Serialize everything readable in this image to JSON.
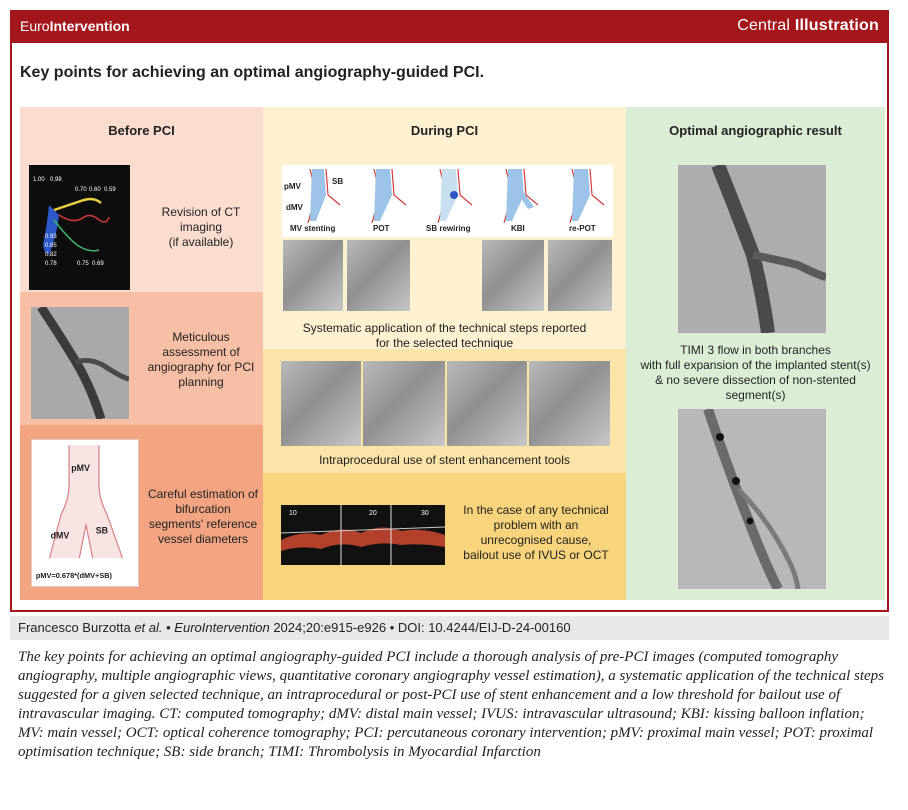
{
  "header": {
    "brand_prefix": "Euro",
    "brand_bold": "Intervention",
    "illustration_prefix": "Central ",
    "illustration_bold": "Illustration"
  },
  "key_title": "Key points for achieving an optimal angiography-guided PCI.",
  "before": {
    "title": "Before PCI",
    "ct_text_1": "Revision of CT",
    "ct_text_2": "imaging",
    "ct_text_3": "(if available)",
    "ct_values": [
      "1.00",
      "0.98",
      "0.70",
      "0.60",
      "0.59",
      "0.93",
      "0.85",
      "0.82",
      "0.78",
      "0.75",
      "0.69"
    ],
    "angio_text_1": "Meticulous",
    "angio_text_2": "assessment of",
    "angio_text_3": "angiography for PCI",
    "angio_text_4": "planning",
    "diam_text_1": "Careful estimation of",
    "diam_text_2": "bifurcation",
    "diam_text_3": "segments' reference",
    "diam_text_4": "vessel diameters",
    "diagram_pmv": "pMV",
    "diagram_dmv": "dMV",
    "diagram_sb": "SB",
    "diagram_formula": "pMV=0.678*(dMV+SB)"
  },
  "during": {
    "title": "During PCI",
    "step_labels": [
      "MV stenting",
      "POT",
      "SB rewiring",
      "KBI",
      "re-POT"
    ],
    "vessel_pmv": "pMV",
    "vessel_dmv": "dMV",
    "vessel_sb": "SB",
    "steps_text_1": "Systematic application of the technical steps reported",
    "steps_text_2": "for the selected technique",
    "enh_text": "Intraprocedural use of stent enhancement tools",
    "ivus_marks": [
      "10",
      "20",
      "30"
    ],
    "ivus_text_1": "In the case of any technical",
    "ivus_text_2": "problem with an",
    "ivus_text_3": "unrecognised cause,",
    "ivus_text_4": "bailout use of IVUS or OCT"
  },
  "result": {
    "title": "Optimal angiographic result",
    "text_1": "TIMI 3 flow in both branches",
    "text_2": "with full expansion of the implanted stent(s)",
    "text_3": "& no severe dissection of non-stented",
    "text_4": "segment(s)"
  },
  "footer": {
    "authors": "Francesco Burzotta ",
    "etal": "et al.",
    "sep1": " • ",
    "journal": "EuroIntervention",
    "ref": " 2024;20:e915-e926 • DOI: 10.4244/EIJ-D-24-00160"
  },
  "caption": "The key points for achieving an optimal angiography-guided PCI include a thorough analysis of pre-PCI images (computed tomography angiography, multiple angiographic views, quantitative coronary angiography vessel estimation), a systematic application of the technical steps suggested for a given selected technique, an intraprocedural or post-PCI use of stent enhancement and a low threshold for bailout use of intravascular imaging. CT: computed tomography; dMV: distal main vessel; IVUS: intravascular ultrasound; KBI: kissing balloon inflation; MV: main vessel; OCT: optical coherence tomography; PCI: percutaneous coronary intervention; pMV: proximal main vessel; POT: proximal optimisation technique; SB: side branch; TIMI: Thrombolysis in Myocardial Infarction",
  "colors": {
    "brand_red": "#a3161c",
    "before_light": "#fbddd0",
    "before_mid": "#f7bfa6",
    "before_dark": "#f3a582",
    "during_light": "#fdf1d2",
    "during_mid": "#fbe4a8",
    "during_dark": "#f8d57c",
    "result_green": "#dbeed5"
  }
}
